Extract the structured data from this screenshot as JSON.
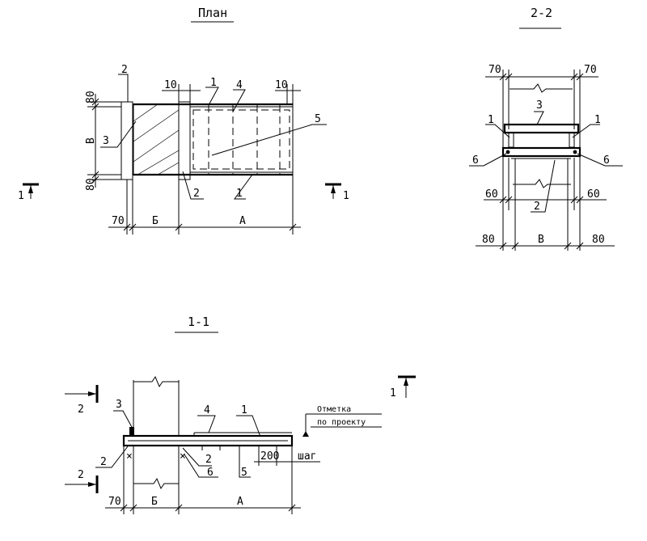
{
  "colors": {
    "ink": "#000000",
    "paper": "#ffffff"
  },
  "titles": {
    "plan": "План",
    "section_2_2": "2-2",
    "section_1_1": "1-1"
  },
  "plan": {
    "pos": [
      "2",
      "1",
      "4",
      "3",
      "5",
      "2",
      "1"
    ],
    "dims": {
      "top_left": "10",
      "top_right": "10",
      "side_top": "80",
      "side_bottom": "80",
      "width": "В"
    },
    "bottom_dims": [
      "70",
      "Б",
      "А"
    ],
    "cut_markers": [
      "1",
      "1"
    ]
  },
  "s22": {
    "top": [
      "70",
      "70"
    ],
    "pos": [
      "3",
      "1",
      "1",
      "6",
      "6",
      "2"
    ],
    "mid": [
      "60",
      "60"
    ],
    "bottom": [
      "80",
      "В",
      "80"
    ]
  },
  "s11": {
    "cut_markers": [
      "2",
      "2",
      "1"
    ],
    "pos": [
      "3",
      "4",
      "1",
      "2",
      "2",
      "6",
      "5"
    ],
    "elevation": [
      "Отметка",
      "по проекту"
    ],
    "step": [
      "200",
      "шаг"
    ],
    "bottom_dims": [
      "70",
      "Б",
      "А"
    ]
  }
}
